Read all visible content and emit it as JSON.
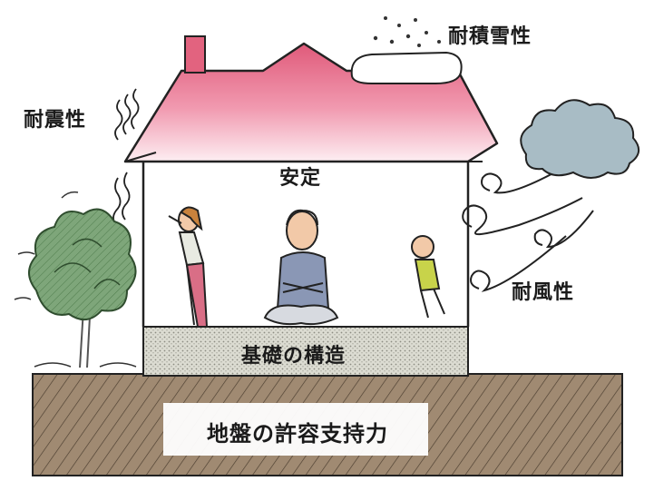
{
  "labels": {
    "snow": "耐積雪性",
    "quake": "耐震性",
    "stable": "安定",
    "wind": "耐風性",
    "foundation": "基礎の構造",
    "ground": "地盤の許容支持力"
  },
  "colors": {
    "roof_top": "#e05a7a",
    "roof_bottom": "#fbe3ea",
    "ground_fill": "#a08a72",
    "foundation_fill": "#d9d9d0",
    "tree_fill": "#6f9a6c",
    "cloud_fill": "#9bb3bd",
    "outline": "#222222"
  }
}
